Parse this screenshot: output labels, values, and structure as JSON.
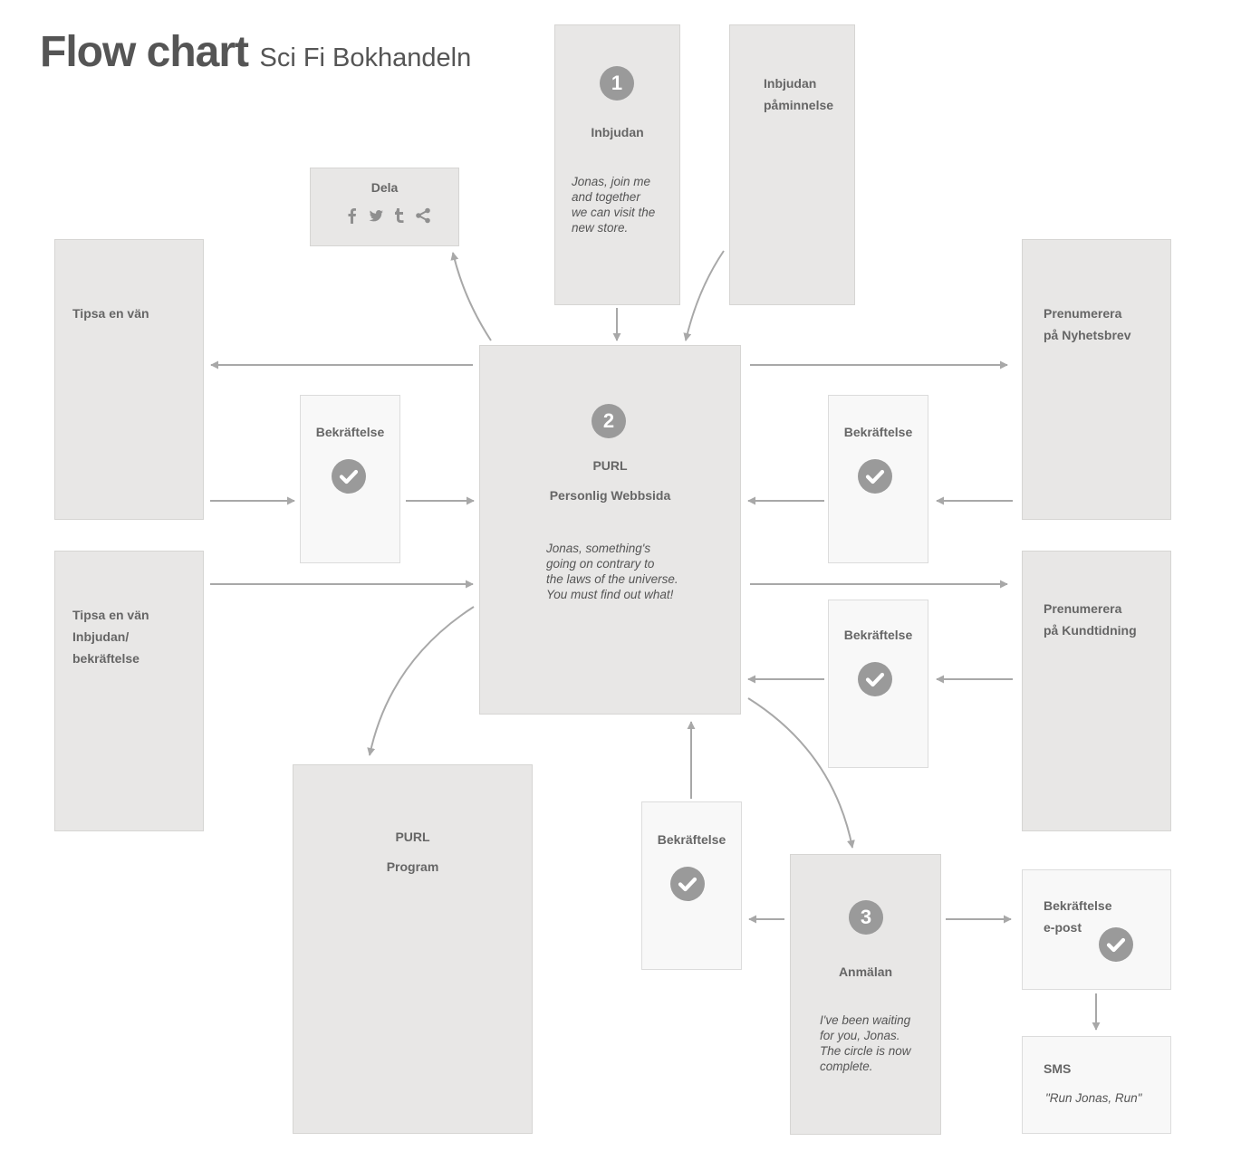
{
  "header": {
    "title": "Flow chart",
    "subtitle": "Sci Fi Bokhandeln"
  },
  "nodes": {
    "inbjudan": {
      "step": "1",
      "label": "Inbjudan",
      "quote": [
        "Jonas, join me",
        "and together",
        "we can visit the",
        "new store."
      ]
    },
    "paminnelse": {
      "label": [
        "Inbjudan",
        "påminnelse"
      ]
    },
    "dela": {
      "label": "Dela",
      "icons": [
        "facebook-icon",
        "twitter-bird-icon",
        "tumblr-icon",
        "share-icon"
      ]
    },
    "tipsa": {
      "label": "Tipsa en vän"
    },
    "tipsa_inbjudan": {
      "label": [
        "Tipsa en vän",
        "Inbjudan/",
        "bekräftelse"
      ]
    },
    "bekraftelse_left": {
      "label": "Bekräftelse"
    },
    "purl": {
      "step": "2",
      "label": "PURL",
      "sublabel": "Personlig Webbsida",
      "quote": [
        "Jonas, something's",
        "going on contrary to",
        "the laws of the universe.",
        "You must find out what!"
      ]
    },
    "bekraftelse_right_1": {
      "label": "Bekräftelse"
    },
    "bekraftelse_right_2": {
      "label": "Bekräftelse"
    },
    "nyhetsbrev": {
      "label": [
        "Prenumerera",
        "på Nyhetsbrev"
      ]
    },
    "kundtidning": {
      "label": [
        "Prenumerera",
        "på Kundtidning"
      ]
    },
    "purl_program": {
      "label": "PURL",
      "sublabel": "Program"
    },
    "bekraftelse_bottom": {
      "label": "Bekräftelse"
    },
    "anmalan": {
      "step": "3",
      "label": "Anmälan",
      "quote": [
        "I've been waiting",
        "for you, Jonas.",
        "The circle is now",
        "complete."
      ]
    },
    "bekraftelse_epost": {
      "label": [
        "Bekräftelse",
        "e-post"
      ]
    },
    "sms": {
      "label": "SMS",
      "quote": "\"Run Jonas, Run\""
    }
  },
  "colors": {
    "box_fill": "#e8e7e6",
    "box_light_fill": "#f8f8f8",
    "arrow": "#a8a8a8",
    "circle": "#9a9a9a",
    "text": "#555555"
  }
}
